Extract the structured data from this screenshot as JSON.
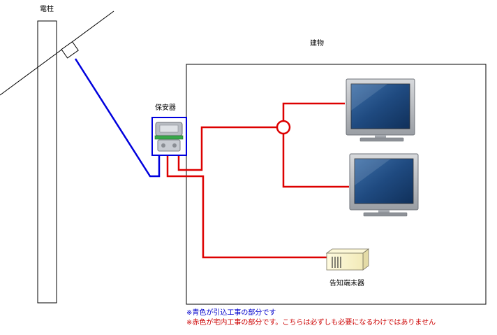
{
  "labels": {
    "pole": "電柱",
    "building": "建物",
    "protector": "保安器",
    "terminal": "告知端末器"
  },
  "notes": {
    "blue": "※青色が引込工事の部分です",
    "red": "※赤色が宅内工事の部分です。こちらは必ずしも必要になるわけではありません"
  },
  "colors": {
    "drop_line": "#0000dd",
    "indoor_line": "#dd0000"
  }
}
